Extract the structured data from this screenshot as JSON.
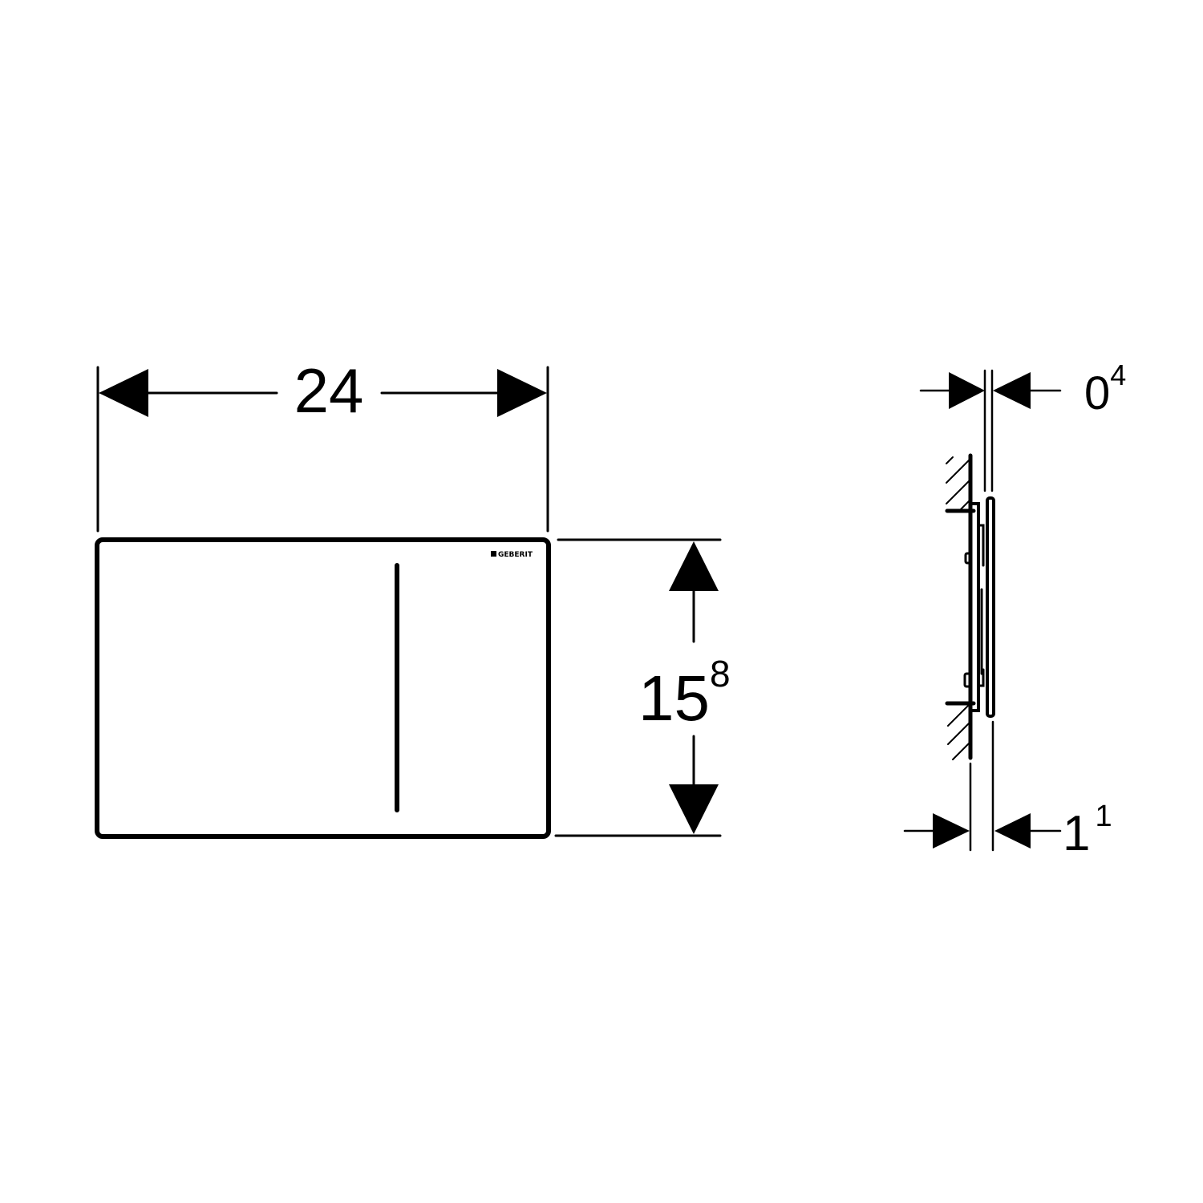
{
  "drawing": {
    "type": "technical dimension drawing",
    "views": [
      "front-view",
      "side-view"
    ],
    "stroke_color": "#000000",
    "background": "#ffffff"
  },
  "front_view": {
    "brand_logo": "GEBERIT",
    "width_dimension": {
      "main": "24",
      "sup": ""
    },
    "height_dimension": {
      "main": "15",
      "sup": "8"
    }
  },
  "side_view": {
    "top_dimension": {
      "main": "0",
      "sup": "4"
    },
    "bottom_dimension": {
      "main": "1",
      "sup": "1"
    }
  }
}
